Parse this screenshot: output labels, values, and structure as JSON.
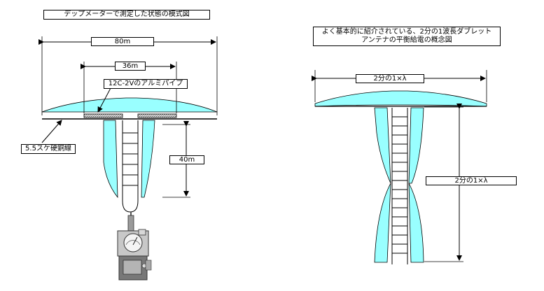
{
  "left_diagram": {
    "title": "デップメーターで測定した状態の模式図",
    "dim_total": "80m",
    "dim_center": "36m",
    "pipe_label": "12C-2Vのアルミパイプ",
    "wire_label": "5.5スケ硬銅線",
    "feeder_length": "40m"
  },
  "right_diagram": {
    "title_line1": "よく基本的に紹介されている、2分の1波長ダブレット",
    "title_line2": "アンテナの平衡給電の概念図",
    "dim_top": "2分の1×λ",
    "dim_feeder": "2分の1×λ"
  },
  "colors": {
    "current_fill": "#99ffff",
    "line": "#000000",
    "pipe_hatch": "#808080",
    "meter_body": "#c8c8c8"
  }
}
